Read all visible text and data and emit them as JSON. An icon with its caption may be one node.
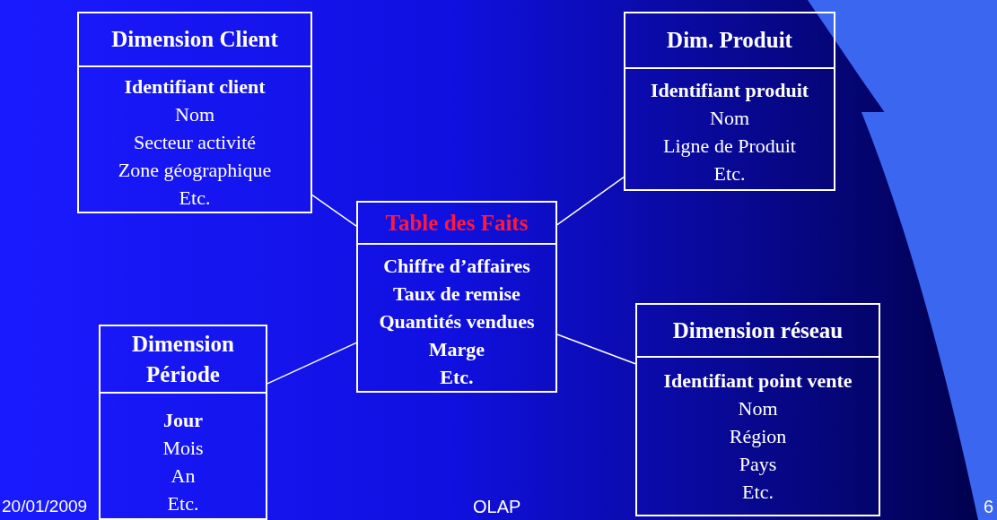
{
  "diagram": {
    "nodes": [
      {
        "text": [
          "Dimension Client",
          "Identifiant client",
          "Nom",
          "Secteur activité",
          "Zone géographique",
          "Etc."
        ]
      },
      {
        "text": [
          "Dim. Produit",
          "Identifiant produit",
          "Nom",
          "Ligne de Produit",
          "Etc."
        ]
      },
      {
        "text": [
          "Table des Faits",
          "Chiffre d’affaires",
          "Taux de remise",
          "Quantités vendues",
          "Marge",
          "Etc."
        ]
      },
      {
        "text": [
          "Dimension Période",
          "Jour",
          "Mois",
          "An",
          "Etc."
        ]
      },
      {
        "text": [
          "Dimension réseau",
          "Identifiant point vente",
          "Nom",
          "Région",
          "Pays",
          "Etc."
        ]
      }
    ],
    "edges": [
      {
        "from": 0,
        "to": 2,
        "arrow": "none"
      },
      {
        "from": 1,
        "to": 2,
        "arrow": "none"
      },
      {
        "from": 3,
        "to": 2,
        "arrow": "none"
      },
      {
        "from": 4,
        "to": 2,
        "arrow": "none"
      }
    ],
    "labels": [
      "20/01/2009",
      "OLAP",
      "6"
    ]
  }
}
